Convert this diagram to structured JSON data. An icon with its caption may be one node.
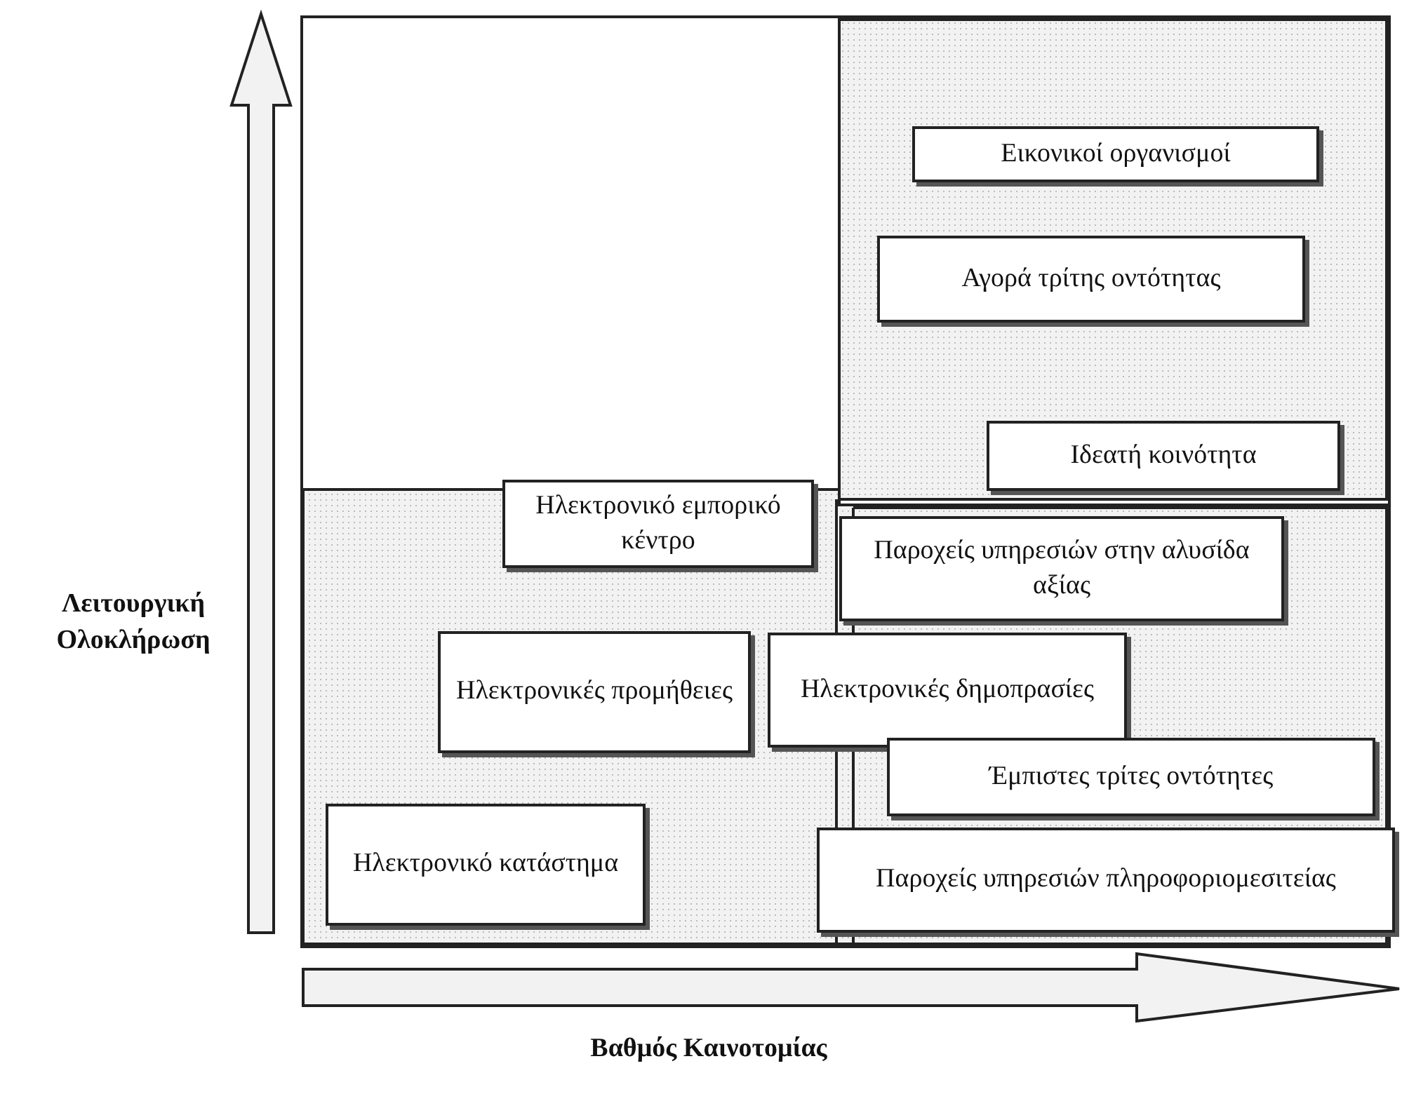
{
  "diagram": {
    "nodes": [
      {
        "text": [
          "Εικονικοί οργανισμοί"
        ]
      },
      {
        "text": [
          "Αγορά τρίτης οντότητας"
        ]
      },
      {
        "text": [
          "Ιδεατή κοινότητα"
        ]
      },
      {
        "text": [
          "Ηλεκτρονικό εμπορικό κέντρο"
        ]
      },
      {
        "text": [
          "Παροχείς υπηρεσιών στην αλυσίδα αξίας"
        ]
      },
      {
        "text": [
          "Ηλεκτρονικές προμήθειες"
        ]
      },
      {
        "text": [
          "Ηλεκτρονικές δημοπρασίες"
        ]
      },
      {
        "text": [
          "Έμπιστες τρίτες οντότητες"
        ]
      },
      {
        "text": [
          "Ηλεκτρονικό κατάστημα"
        ]
      },
      {
        "text": [
          "Παροχείς υπηρεσιών πληροφοριομεσιτείας"
        ]
      }
    ],
    "labels": [
      "Λειτουργική Ολοκλήρωση",
      "Βαθμός Καινοτομίας"
    ]
  }
}
